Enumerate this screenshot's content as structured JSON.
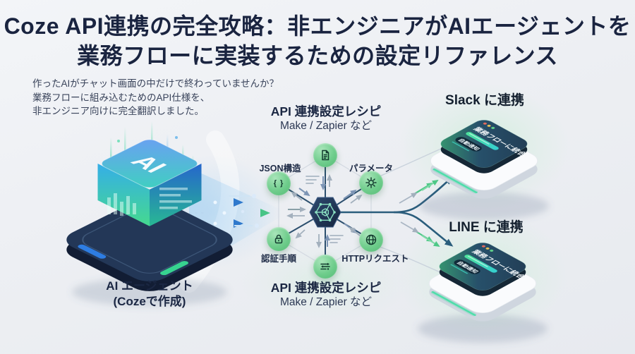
{
  "title": {
    "line1": "Coze API連携の完全攻略：非エンジニアがAIエージェントを",
    "line2": "業務フローに実装するための設定リファレンス"
  },
  "intro": {
    "lines": [
      "作ったAIがチャット画面の中だけで終わっていませんか？",
      "業務フローに組み込むためのAPI仕様を、",
      "非エンジニア向けに完全翻訳しました。"
    ]
  },
  "ai_agent": {
    "cube_text": "AI",
    "label_line1": "AI エージェント",
    "label_line2": "(Cozeで作成)"
  },
  "recipe_top": {
    "title": "API 連携設定レシピ",
    "subtitle": "Make / Zapier など"
  },
  "recipe_bottom": {
    "title": "API 連携設定レシピ",
    "subtitle": "Make / Zapier など"
  },
  "hub_nodes": {
    "json": {
      "label": "JSON構造",
      "glyph": "{ }"
    },
    "params": {
      "label": "パラメータ"
    },
    "auth": {
      "label": "認証手順"
    },
    "http": {
      "label": "HTTPリクエスト"
    },
    "document_icon": "document-icon",
    "mapping_icon": "transfer-lines-icon"
  },
  "integrations": {
    "slack": {
      "label": "Slack に連携",
      "screen_title": "業務フローに統合",
      "screen_button": "自動通知"
    },
    "line": {
      "label": "LINE に連携",
      "screen_title": "業務フローに統合",
      "screen_button": "自動通知"
    }
  },
  "colors": {
    "background": "#edeff3",
    "title_navy": "#1a2440",
    "node_green": "#6fcd8c",
    "hub_navy": "#24395c",
    "flow_blue": "#3b82d0",
    "flow_green": "#4ec887",
    "line_teal": "#2a5d7c",
    "screen_navy": "#24415a",
    "screen_green": "#37986f",
    "glow_green": "#43dfa5"
  }
}
